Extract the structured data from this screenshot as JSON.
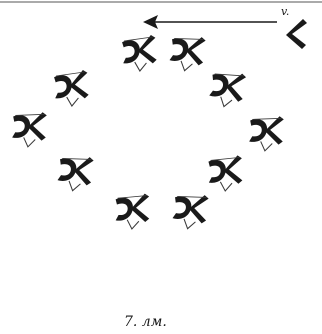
{
  "figure": {
    "corner_label": "v.",
    "caption": "7. лм."
  },
  "colors": {
    "ink": "#1a1a1a",
    "sketch": "#3a3a3a",
    "background": "#ffffff"
  },
  "glyphs": [
    {
      "name": "ring-glyph-1"
    },
    {
      "name": "ring-glyph-2"
    },
    {
      "name": "ring-glyph-3"
    },
    {
      "name": "ring-glyph-4"
    },
    {
      "name": "ring-glyph-5"
    },
    {
      "name": "ring-glyph-6"
    },
    {
      "name": "ring-glyph-7"
    },
    {
      "name": "ring-glyph-8"
    },
    {
      "name": "ring-glyph-9"
    },
    {
      "name": "ring-glyph-10"
    },
    {
      "name": "ring-glyph-11"
    },
    {
      "name": "ring-glyph-12"
    }
  ]
}
